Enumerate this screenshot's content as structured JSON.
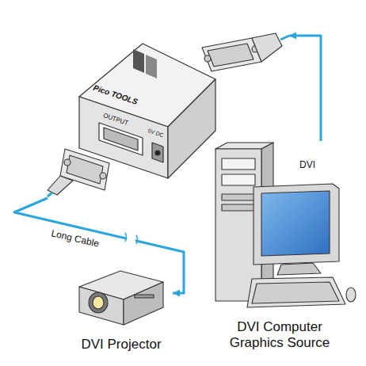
{
  "diagram": {
    "nodes": [
      {
        "text": [
          "Pico TOOLS",
          "OUTPUT",
          "5V DC"
        ]
      },
      {
        "text": [
          "DVI Projector"
        ]
      },
      {
        "text": [
          "DVI Computer Graphics Source"
        ]
      }
    ],
    "edges": [
      {
        "from": 2,
        "to": 0,
        "arrow": "to",
        "label": "DVI"
      },
      {
        "from": 0,
        "to": 1,
        "arrow": "to",
        "label": "Long Cable"
      }
    ]
  }
}
